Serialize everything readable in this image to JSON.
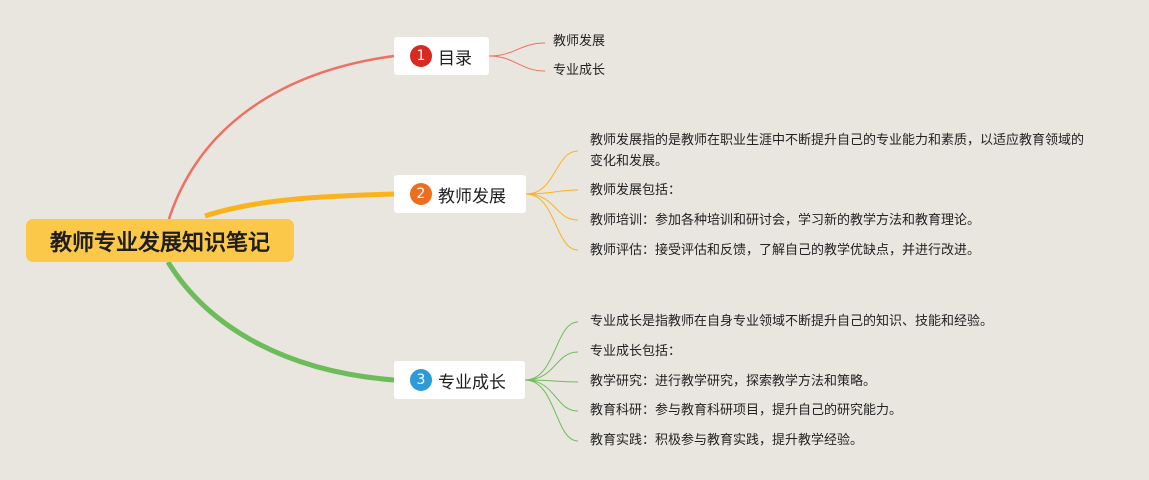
{
  "root": {
    "title": "教师专业发展知识笔记"
  },
  "colors": {
    "background": "#e9e6df",
    "root": "#fcc84a",
    "branch1": "#ef6f63",
    "branch2": "#fbb21c",
    "branch3": "#6cbd5a"
  },
  "branches": [
    {
      "number": "1",
      "title": "目录",
      "badge_color": "#d72b1f",
      "leaves": [
        "教师发展",
        "专业成长"
      ]
    },
    {
      "number": "2",
      "title": "教师发展",
      "badge_color": "#ec6e1e",
      "leaves": [
        "教师发展指的是教师在职业生涯中不断提升自己的专业能力和素质，以适应教育领域的变化和发展。",
        "教师发展包括：",
        "教师培训：参加各种培训和研讨会，学习新的教学方法和教育理论。",
        "教师评估：接受评估和反馈，了解自己的教学优缺点，并进行改进。"
      ]
    },
    {
      "number": "3",
      "title": "专业成长",
      "badge_color": "#2f9ad8",
      "leaves": [
        "专业成长是指教师在自身专业领域不断提升自己的知识、技能和经验。",
        "专业成长包括：",
        "教学研究：进行教学研究，探索教学方法和策略。",
        "教育科研：参与教育科研项目，提升自己的研究能力。",
        "教育实践：积极参与教育实践，提升教学经验。"
      ]
    }
  ]
}
